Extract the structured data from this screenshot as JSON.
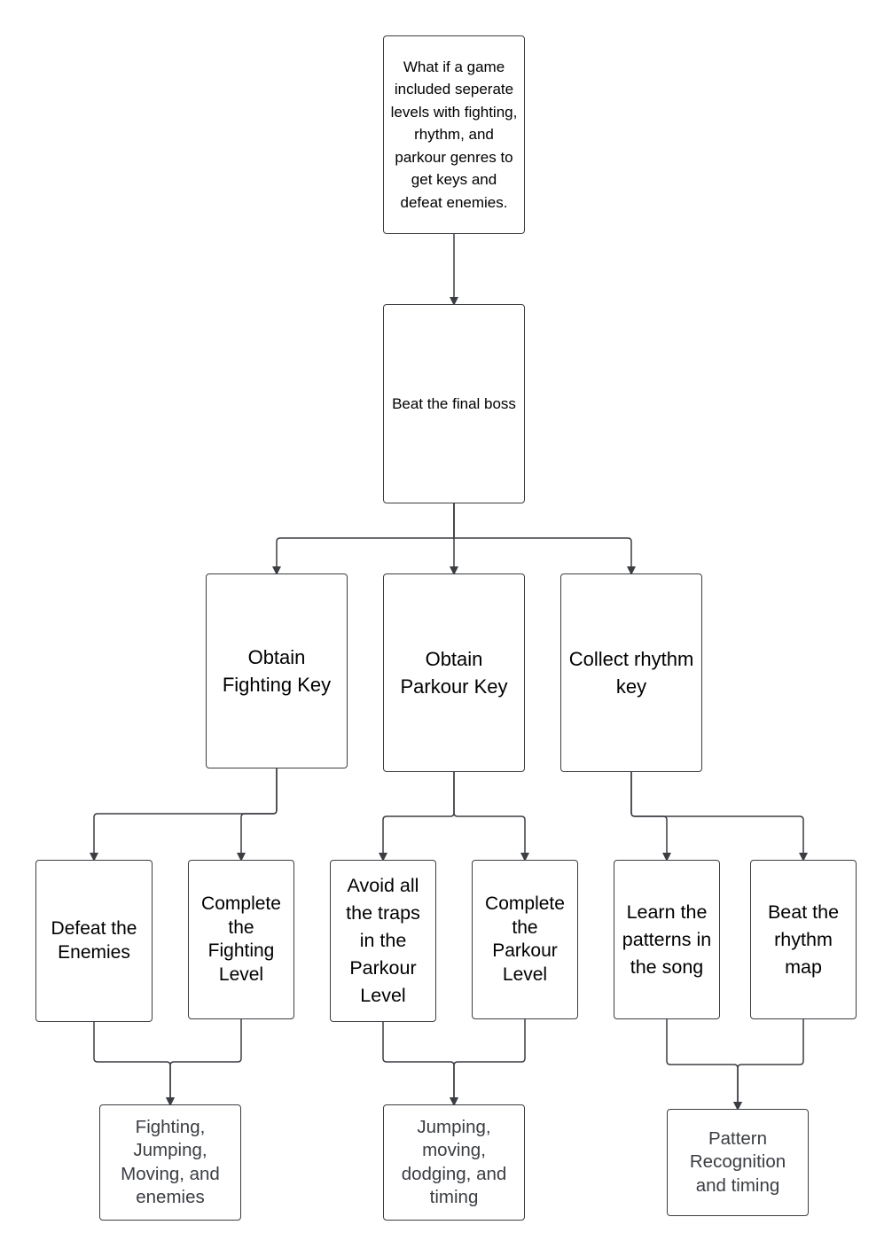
{
  "diagram": {
    "line_color": "#3a3d42",
    "nodes": {
      "root": "What if a game included seperate levels with fighting, rhythm, and parkour genres to get keys and defeat enemies.",
      "goal": "Beat the final boss",
      "fighting_key": "Obtain Fighting Key",
      "parkour_key": "Obtain Parkour Key",
      "rhythm_key": "Collect rhythm key",
      "defeat_enemies": "Defeat the Enemies",
      "complete_fighting": "Complete the Fighting Level",
      "avoid_traps": "Avoid all the traps in the Parkour Level",
      "complete_parkour": "Complete the Parkour Level",
      "learn_patterns": "Learn the patterns in the song",
      "beat_rhythm_map": "Beat the rhythm map",
      "fighting_skills": "Fighting, Jumping, Moving, and enemies",
      "parkour_skills": "Jumping, moving, dodging, and timing",
      "rhythm_skills": "Pattern Recognition and timing"
    }
  }
}
